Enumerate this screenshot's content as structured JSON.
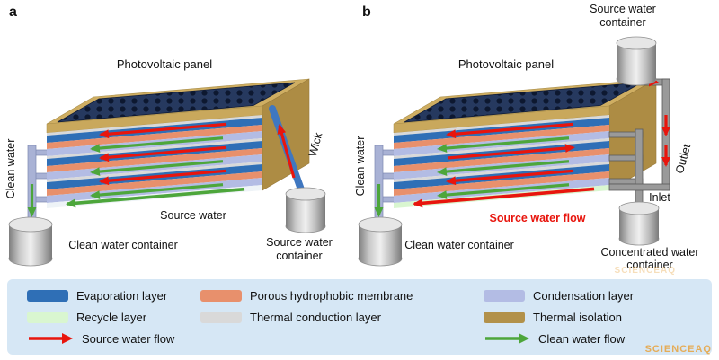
{
  "watermark": "SCIENCEAQ",
  "colors": {
    "evaporation": "#2f6fb6",
    "membrane": "#e8906c",
    "condensation": "#b3bce4",
    "recycle": "#d9f6d0",
    "conduction": "#d9d9d9",
    "isolation": "#b2914a",
    "source_flow": "#e8150d",
    "clean_flow": "#4da63b",
    "legend_bg": "#d6e7f5"
  },
  "panel_a": {
    "letter": "a",
    "pv_label": "Photovoltaic panel",
    "clean_water": "Clean water",
    "wick": "Wick",
    "source_water": "Source water",
    "clean_container": "Clean water container",
    "source_container_line1": "Source water",
    "source_container_line2": "container"
  },
  "panel_b": {
    "letter": "b",
    "pv_label": "Photovoltaic panel",
    "source_container_line1": "Source water",
    "source_container_line2": "container",
    "clean_water": "Clean water",
    "outlet": "Outlet",
    "inlet": "Inlet",
    "source_flow_label": "Source water flow",
    "clean_container": "Clean water container",
    "conc_container_line1": "Concentrated water",
    "conc_container_line2": "container"
  },
  "legend": {
    "items": [
      {
        "label": "Evaporation layer",
        "color": "#2f6fb6",
        "kind": "swatch"
      },
      {
        "label": "Porous hydrophobic membrane",
        "color": "#e8906c",
        "kind": "swatch"
      },
      {
        "label": "Condensation layer",
        "color": "#b3bce4",
        "kind": "swatch"
      },
      {
        "label": "Recycle layer",
        "color": "#d9f6d0",
        "kind": "swatch"
      },
      {
        "label": "Thermal conduction layer",
        "color": "#d9d9d9",
        "kind": "swatch"
      },
      {
        "label": "Thermal isolation",
        "color": "#b2914a",
        "kind": "swatch"
      },
      {
        "label": "Source water flow",
        "color": "#e8150d",
        "kind": "arrow"
      },
      {
        "label": "Clean water flow",
        "color": "#4da63b",
        "kind": "arrow"
      }
    ]
  }
}
